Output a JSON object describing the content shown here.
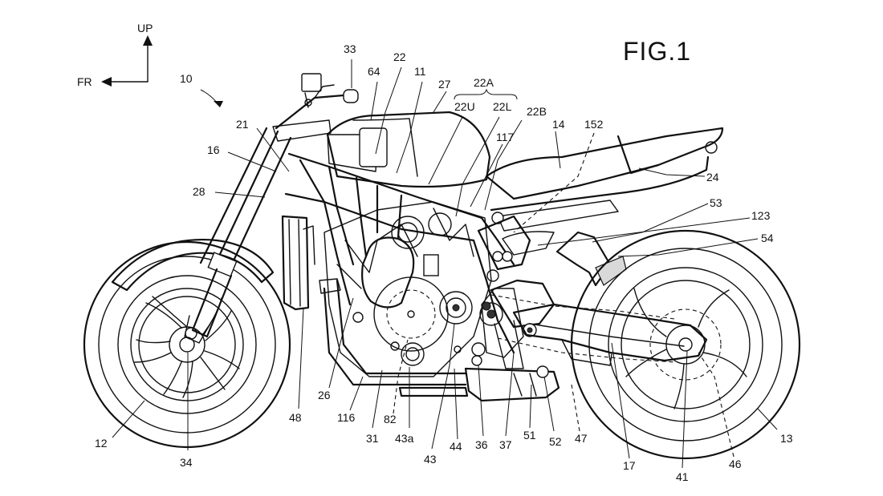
{
  "figure_title": "FIG.1",
  "direction": {
    "up": "UP",
    "front": "FR"
  },
  "labels": {
    "l10": "10",
    "l11": "11",
    "l12": "12",
    "l13": "13",
    "l14": "14",
    "l16": "16",
    "l17": "17",
    "l21": "21",
    "l22": "22",
    "l22A": "22A",
    "l22U": "22U",
    "l22L": "22L",
    "l22B": "22B",
    "l24": "24",
    "l26": "26",
    "l27": "27",
    "l28": "28",
    "l31": "31",
    "l33": "33",
    "l34": "34",
    "l36": "36",
    "l37": "37",
    "l41": "41",
    "l43": "43",
    "l43a": "43a",
    "l44": "44",
    "l46": "46",
    "l47": "47",
    "l48": "48",
    "l51": "51",
    "l52": "52",
    "l53": "53",
    "l54": "54",
    "l64": "64",
    "l82": "82",
    "l116": "116",
    "l117": "117",
    "l123": "123",
    "l152": "152"
  }
}
